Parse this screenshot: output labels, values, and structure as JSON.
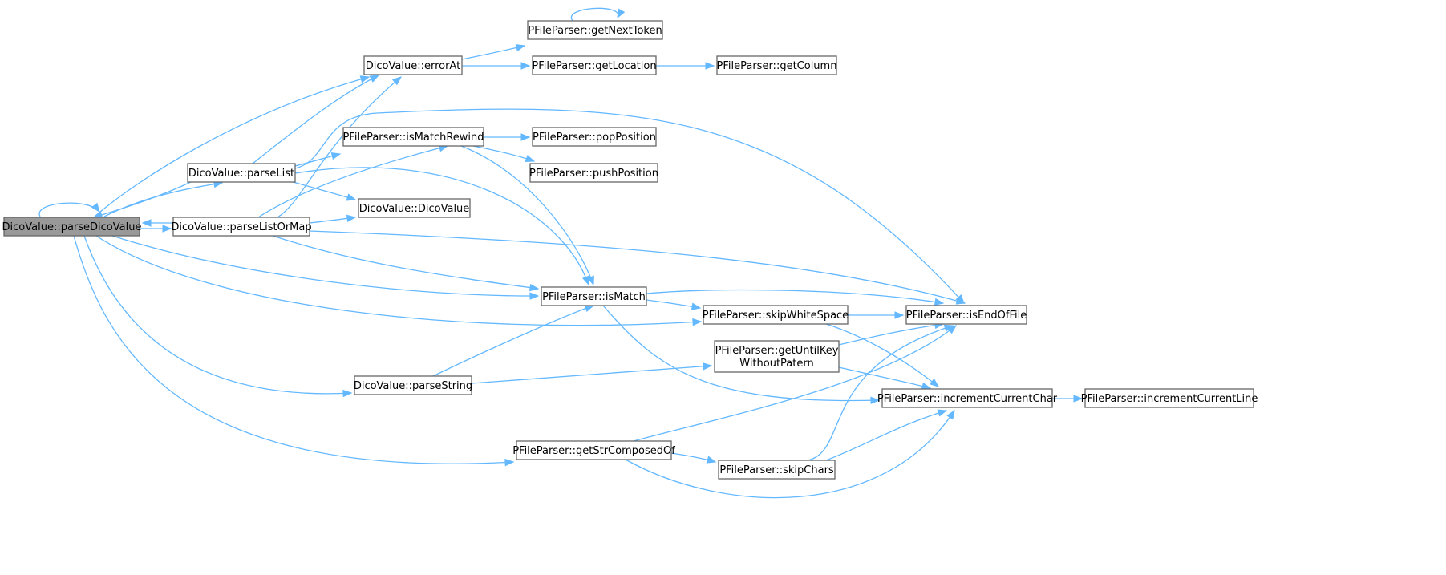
{
  "diagram": {
    "colors": {
      "edge": "#63b8ff",
      "node_border": "#666666",
      "root_fill": "#999999",
      "node_fill": "#ffffff"
    },
    "nodes": [
      {
        "id": "parseDicoValue",
        "label": "DicoValue::parseDicoValue",
        "root": true
      },
      {
        "id": "parseList",
        "label": "DicoValue::parseList"
      },
      {
        "id": "parseListOrMap",
        "label": "DicoValue::parseListOrMap"
      },
      {
        "id": "errorAt",
        "label": "DicoValue::errorAt"
      },
      {
        "id": "isMatchRewind",
        "label": "PFileParser::isMatchRewind"
      },
      {
        "id": "DicoValue",
        "label": "DicoValue::DicoValue"
      },
      {
        "id": "getNextToken",
        "label": "PFileParser::getNextToken"
      },
      {
        "id": "getLocation",
        "label": "PFileParser::getLocation"
      },
      {
        "id": "getColumn",
        "label": "PFileParser::getColumn"
      },
      {
        "id": "popPosition",
        "label": "PFileParser::popPosition"
      },
      {
        "id": "pushPosition",
        "label": "PFileParser::pushPosition"
      },
      {
        "id": "isMatch",
        "label": "PFileParser::isMatch"
      },
      {
        "id": "skipWhiteSpace",
        "label": "PFileParser::skipWhiteSpace"
      },
      {
        "id": "isEndOfFile",
        "label": "PFileParser::isEndOfFile"
      },
      {
        "id": "getUntilKey",
        "label": [
          "PFileParser::getUntilKey",
          "WithoutPatern"
        ]
      },
      {
        "id": "parseString",
        "label": "DicoValue::parseString"
      },
      {
        "id": "incrementCurrentChar",
        "label": "PFileParser::incrementCurrentChar"
      },
      {
        "id": "incrementCurrentLine",
        "label": "PFileParser::incrementCurrentLine"
      },
      {
        "id": "getStrComposedOf",
        "label": "PFileParser::getStrComposedOf"
      },
      {
        "id": "skipChars",
        "label": "PFileParser::skipChars"
      }
    ],
    "edges": [
      [
        "parseDicoValue",
        "parseDicoValue"
      ],
      [
        "parseDicoValue",
        "errorAt"
      ],
      [
        "parseDicoValue",
        "parseList"
      ],
      [
        "parseDicoValue",
        "parseListOrMap"
      ],
      [
        "parseDicoValue",
        "isMatch"
      ],
      [
        "parseDicoValue",
        "skipWhiteSpace"
      ],
      [
        "parseDicoValue",
        "parseString"
      ],
      [
        "parseDicoValue",
        "getStrComposedOf"
      ],
      [
        "parseList",
        "parseDicoValue"
      ],
      [
        "parseList",
        "errorAt"
      ],
      [
        "parseList",
        "isMatchRewind"
      ],
      [
        "parseList",
        "isEndOfFile"
      ],
      [
        "parseList",
        "DicoValue"
      ],
      [
        "parseList",
        "isMatch"
      ],
      [
        "parseListOrMap",
        "parseDicoValue"
      ],
      [
        "parseListOrMap",
        "errorAt"
      ],
      [
        "parseListOrMap",
        "isMatchRewind"
      ],
      [
        "parseListOrMap",
        "DicoValue"
      ],
      [
        "parseListOrMap",
        "isMatch"
      ],
      [
        "parseListOrMap",
        "isEndOfFile"
      ],
      [
        "errorAt",
        "getNextToken"
      ],
      [
        "errorAt",
        "getLocation"
      ],
      [
        "getNextToken",
        "getNextToken"
      ],
      [
        "getLocation",
        "getColumn"
      ],
      [
        "isMatchRewind",
        "popPosition"
      ],
      [
        "isMatchRewind",
        "pushPosition"
      ],
      [
        "isMatchRewind",
        "isMatch"
      ],
      [
        "isMatch",
        "isEndOfFile"
      ],
      [
        "isMatch",
        "skipWhiteSpace"
      ],
      [
        "isMatch",
        "incrementCurrentChar"
      ],
      [
        "skipWhiteSpace",
        "isEndOfFile"
      ],
      [
        "skipWhiteSpace",
        "incrementCurrentChar"
      ],
      [
        "parseString",
        "isMatch"
      ],
      [
        "parseString",
        "getUntilKey"
      ],
      [
        "getUntilKey",
        "isEndOfFile"
      ],
      [
        "getUntilKey",
        "incrementCurrentChar"
      ],
      [
        "incrementCurrentChar",
        "incrementCurrentLine"
      ],
      [
        "getStrComposedOf",
        "isEndOfFile"
      ],
      [
        "getStrComposedOf",
        "skipChars"
      ],
      [
        "getStrComposedOf",
        "incrementCurrentChar"
      ],
      [
        "skipChars",
        "isEndOfFile"
      ],
      [
        "skipChars",
        "incrementCurrentChar"
      ]
    ]
  }
}
